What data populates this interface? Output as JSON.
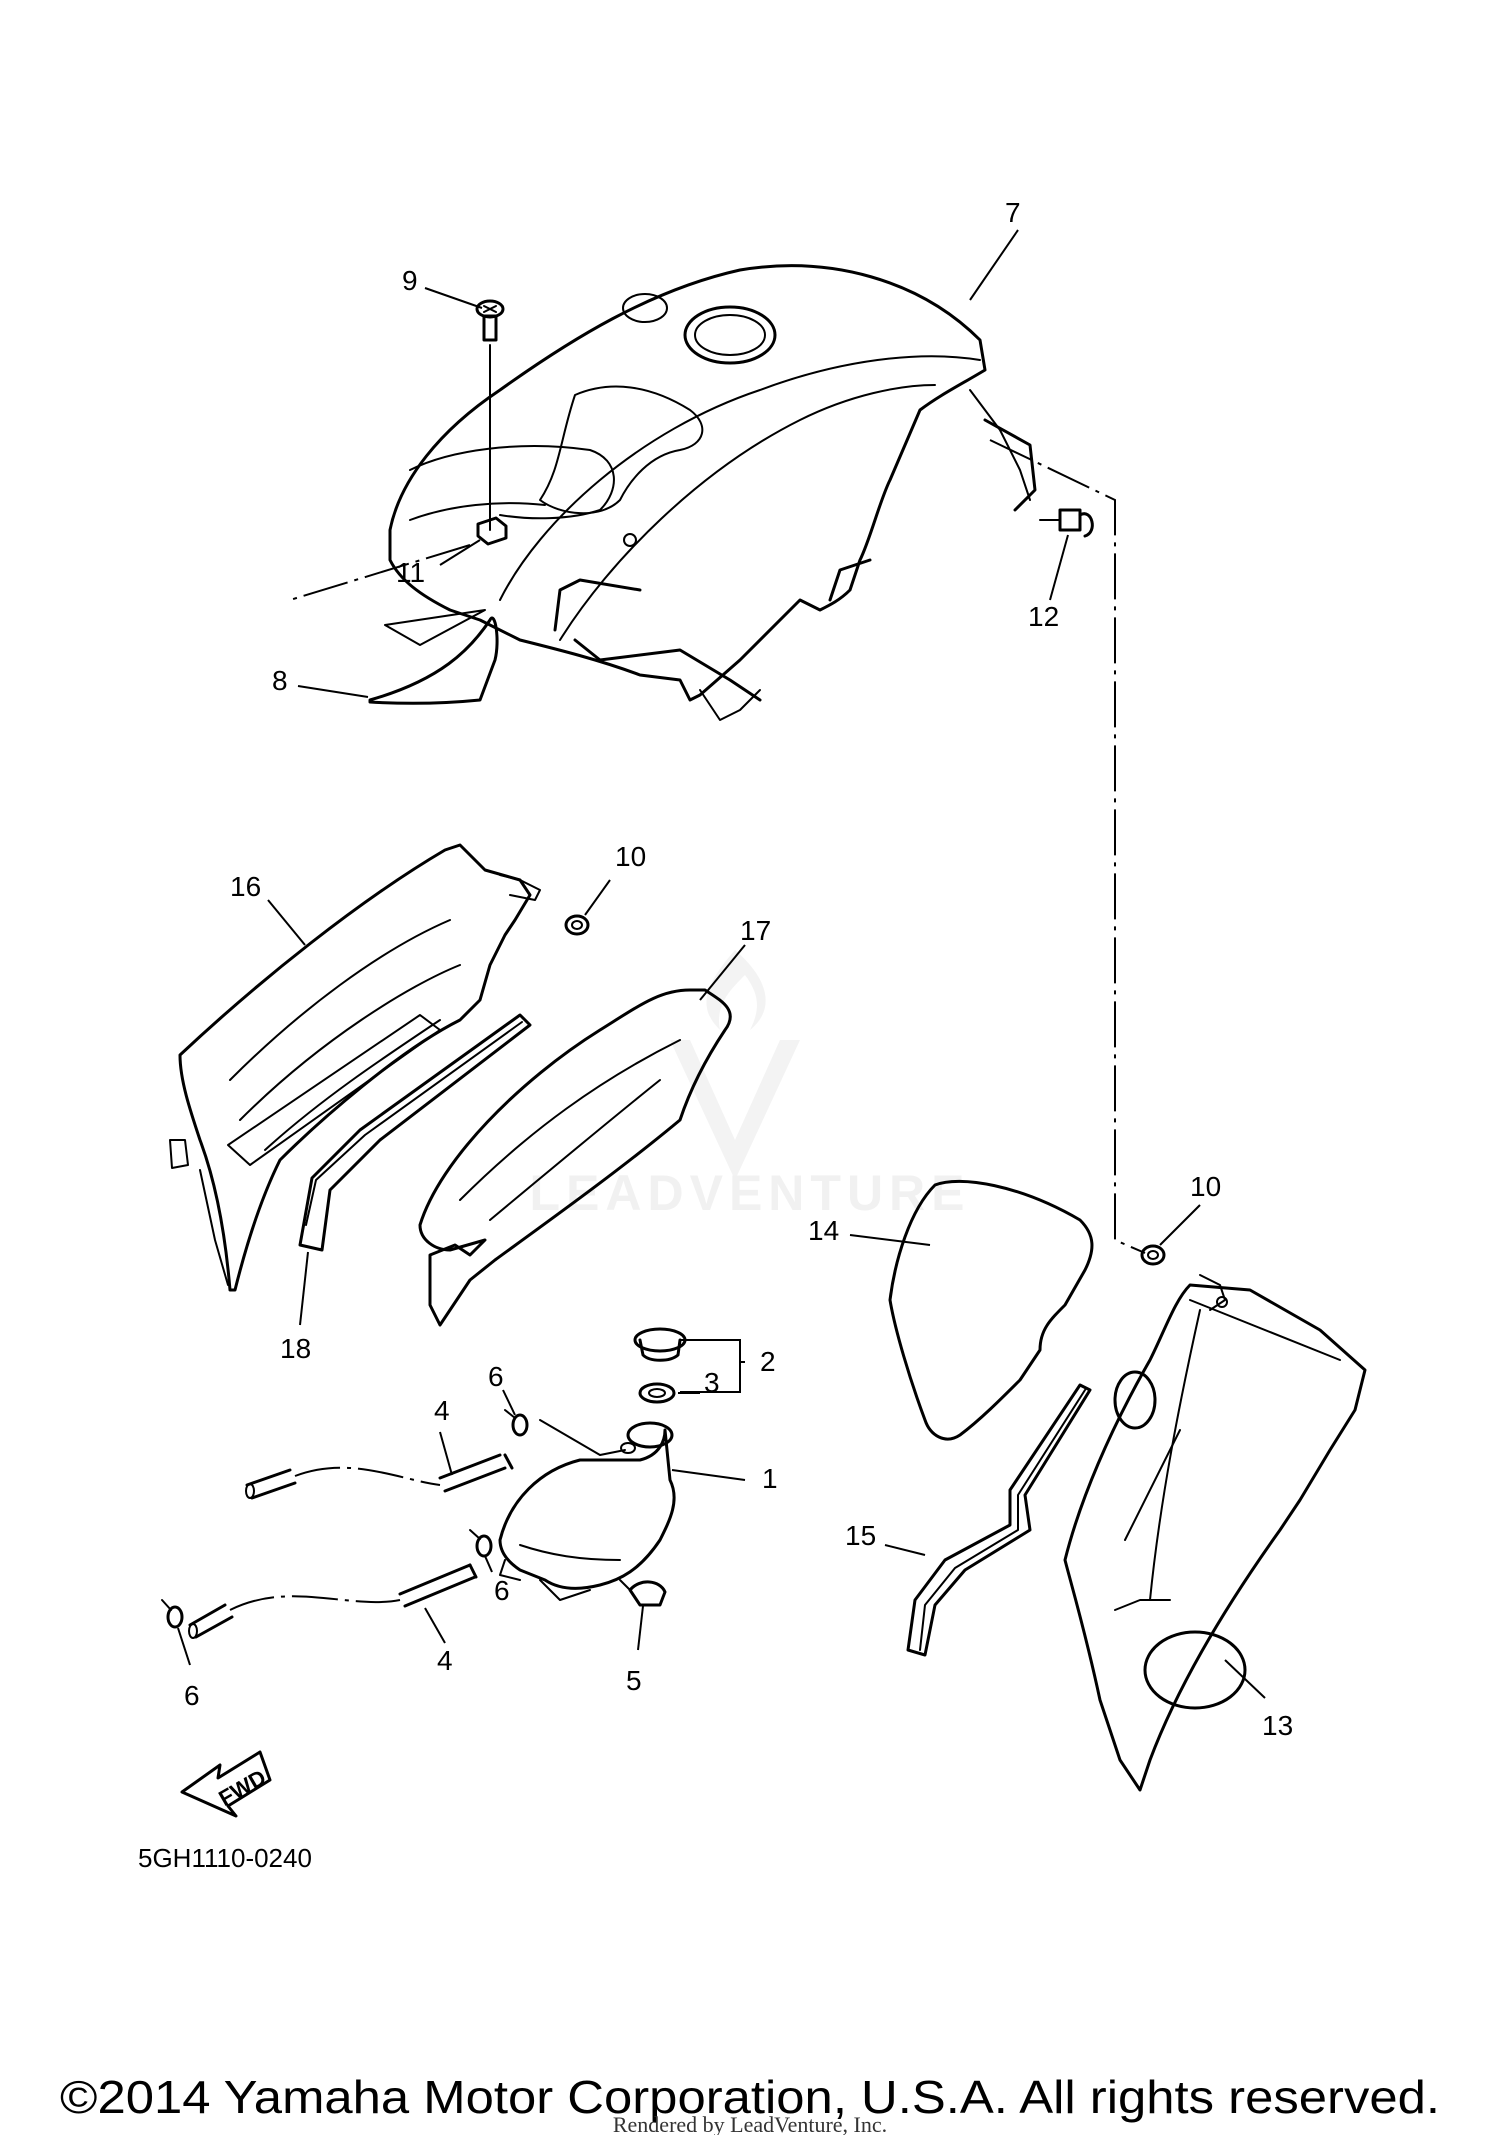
{
  "watermark": {
    "text": "LEADVENTURE"
  },
  "callouts": {
    "c1": "1",
    "c2": "2",
    "c3": "3",
    "c4a": "4",
    "c4b": "4",
    "c5": "5",
    "c6a": "6",
    "c6b": "6",
    "c6c": "6",
    "c7": "7",
    "c8": "8",
    "c9": "9",
    "c10a": "10",
    "c10b": "10",
    "c11": "11",
    "c12": "12",
    "c13": "13",
    "c14": "14",
    "c15": "15",
    "c16": "16",
    "c17": "17",
    "c18": "18"
  },
  "fwd_label": "FWD",
  "diagram_code": "5GH1110-0240",
  "copyright": "©2014 Yamaha Motor Corporation, U.S.A. All rights reserved.",
  "rendered_by": "Rendered by LeadVenture, Inc."
}
